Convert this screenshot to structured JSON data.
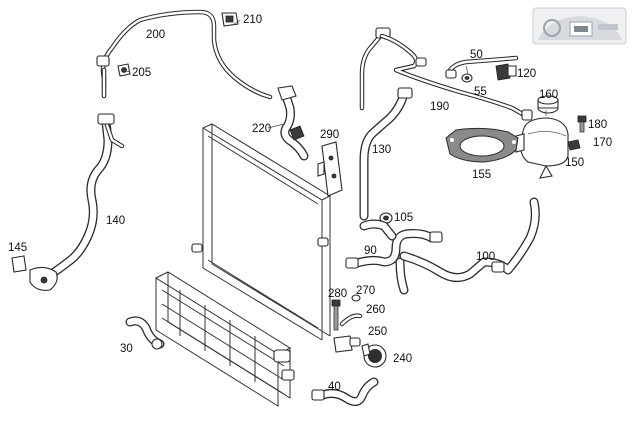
{
  "callouts": {
    "c30": "30",
    "c40": "40",
    "c50": "50",
    "c55": "55",
    "c90": "90",
    "c100": "100",
    "c105": "105",
    "c120": "120",
    "c130": "130",
    "c140": "140",
    "c145": "145",
    "c150": "150",
    "c155": "155",
    "c160": "160",
    "c170": "170",
    "c180": "180",
    "c190": "190",
    "c200": "200",
    "c205": "205",
    "c210": "210",
    "c220": "220",
    "c240": "240",
    "c250": "250",
    "c260": "260",
    "c270": "270",
    "c280": "280",
    "c290": "290"
  },
  "thumbnail": {
    "icon": "car-dashboard-thumbnail-icon"
  },
  "colors": {
    "line": "#2a2a2a",
    "background": "#ffffff",
    "text": "#111111"
  }
}
